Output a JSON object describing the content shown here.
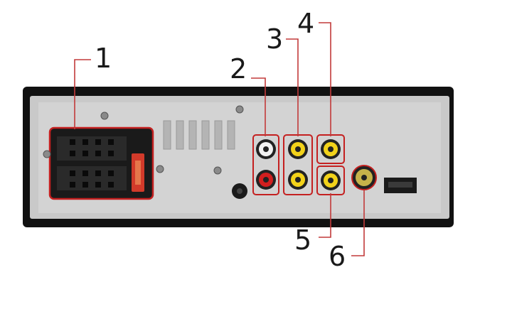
{
  "callouts": [
    {
      "id": "1",
      "label": "1"
    },
    {
      "id": "2",
      "label": "2"
    },
    {
      "id": "3",
      "label": "3"
    },
    {
      "id": "4",
      "label": "4"
    },
    {
      "id": "5",
      "label": "5"
    },
    {
      "id": "6",
      "label": "6"
    }
  ],
  "colors": {
    "bezel": "#111111",
    "panel": "#c9c9c9",
    "leader": "#c23a3a",
    "rca_white": "#f2f2f2",
    "rca_red": "#d21f1f",
    "rca_yellow": "#f2d21a",
    "antenna_gold": "#c6b24a"
  }
}
